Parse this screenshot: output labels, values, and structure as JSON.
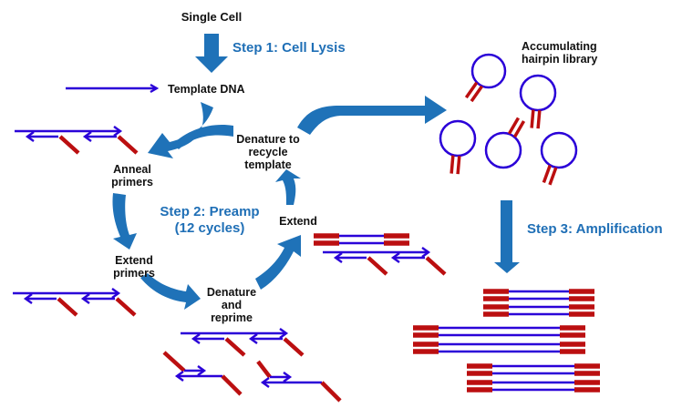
{
  "colors": {
    "flow_arrow": "#1f72b8",
    "dna_strand": "#2a00d8",
    "primer": "#bb0f10",
    "step_text": "#1f6fb6",
    "label_text": "#111111"
  },
  "labels": {
    "single_cell": "Single Cell",
    "template_dna": "Template DNA",
    "anneal_primers": "Anneal\nprimers",
    "extend_primers": "Extend\nprimers",
    "denature_reprime": "Denature\nand\nreprime",
    "extend": "Extend",
    "denature_recycle": "Denature to\nrecycle\ntemplate",
    "hairpin_library": "Accumulating\nhairpin library"
  },
  "steps": {
    "step1": "Step 1: Cell Lysis",
    "step2": "Step 2: Preamp\n(12 cycles)",
    "step3": "Step 3: Amplification"
  },
  "icons": {
    "flow_arrows": "block-arrow",
    "dna_strands": "arrow-line",
    "primers": "bar",
    "hairpins": "loop-with-stem"
  }
}
